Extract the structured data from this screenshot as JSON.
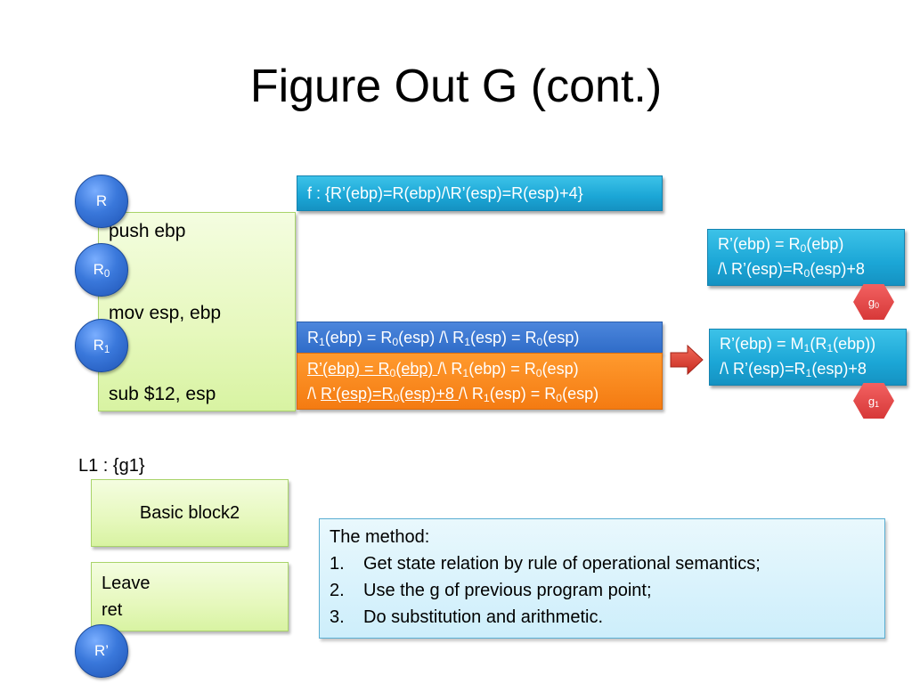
{
  "slide": {
    "title": "Figure Out G (cont.)"
  },
  "nodes": {
    "r": "R",
    "r0": "R",
    "r0_sub": "0",
    "r1": "R",
    "r1_sub": "1",
    "r_prime": "R’"
  },
  "code": {
    "block1": [
      "push ebp",
      "mov esp, ebp",
      "sub $12, esp"
    ],
    "l1_label": "L1 : {g1}",
    "block2": "Basic block2",
    "block3": [
      "Leave",
      "ret"
    ]
  },
  "f_box": "f : {R’(ebp)=R(ebp)/\\R’(esp)=R(esp)+4}",
  "relation_blue": {
    "p1": "R",
    "s1": "1",
    "p2": "(ebp) = R",
    "s2": "0",
    "p3": "(esp) /\\ R",
    "s3": "1",
    "p4": "(esp) = R",
    "s4": "0",
    "p5": "(esp)"
  },
  "relation_orange": {
    "l1_a": "R’(ebp) = R",
    "l1_a_sub": "0",
    "l1_a_end": "(ebp) ",
    "l1_b": "/\\ R",
    "l1_b_sub": "1",
    "l1_b_mid": "(ebp) = R",
    "l1_b_sub2": "0",
    "l1_b_end": "(esp)",
    "l2_a": "/\\ ",
    "l2_b": "R’(esp)=R",
    "l2_b_sub": "0",
    "l2_b_end": "(esp)+8 ",
    "l2_c": "/\\ R",
    "l2_c_sub": "1",
    "l2_c_mid": "(esp) = R",
    "l2_c_sub2": "0",
    "l2_c_end": "(esp)"
  },
  "g0_box": {
    "l1_a": "R’(ebp) = R",
    "l1_sub": "0",
    "l1_b": "(ebp)",
    "l2_a": "/\\ R’(esp)=R",
    "l2_sub": "0",
    "l2_b": "(esp)+8"
  },
  "g1_box": {
    "l1_a": "R’(ebp) = M",
    "l1_sub1": "1",
    "l1_b": "(R",
    "l1_sub2": "1",
    "l1_c": "(ebp))",
    "l2_a": "/\\ R’(esp)=R",
    "l2_sub": "1",
    "l2_b": "(esp)+8"
  },
  "hexagons": {
    "g0": "g",
    "g0_sub": "0",
    "g1": "g",
    "g1_sub": "1"
  },
  "method": {
    "heading": "The method:",
    "items": [
      {
        "num": "1.",
        "text": "Get state relation by rule of operational semantics;"
      },
      {
        "num": "2.",
        "text": "Use the g of previous program point;"
      },
      {
        "num": "3.",
        "text": "Do substitution and arithmetic."
      }
    ]
  },
  "colors": {
    "circle_blue": "#2f6bd0",
    "cyan_box": "#1ba6d6",
    "blue_bar": "#2f6cc8",
    "orange_box": "#f47b12",
    "hexagon_red": "#d73838",
    "arrow_red": "#d93a2c",
    "code_green": "#e6f8bd",
    "method_bg": "#d9f2fc"
  }
}
